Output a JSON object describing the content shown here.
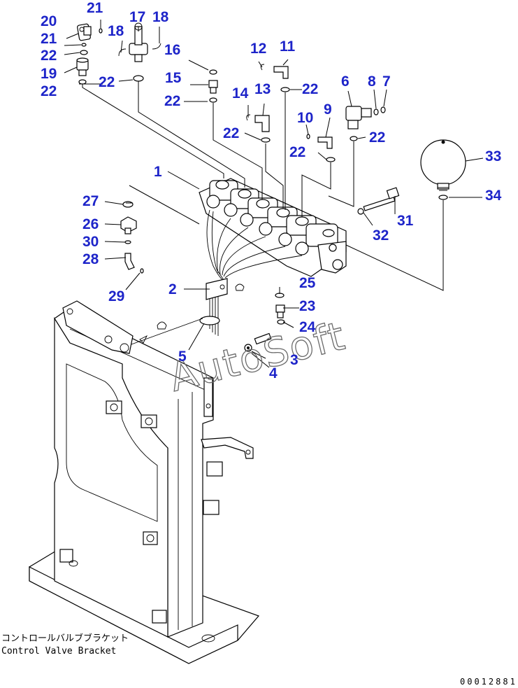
{
  "callouts": [
    {
      "id": "c1",
      "label": "1"
    },
    {
      "id": "c2",
      "label": "2"
    },
    {
      "id": "c3",
      "label": "3"
    },
    {
      "id": "c4",
      "label": "4"
    },
    {
      "id": "c5",
      "label": "5"
    },
    {
      "id": "c6",
      "label": "6"
    },
    {
      "id": "c7",
      "label": "7"
    },
    {
      "id": "c8",
      "label": "8"
    },
    {
      "id": "c9",
      "label": "9"
    },
    {
      "id": "c10",
      "label": "10"
    },
    {
      "id": "c11",
      "label": "11"
    },
    {
      "id": "c12",
      "label": "12"
    },
    {
      "id": "c13",
      "label": "13"
    },
    {
      "id": "c14",
      "label": "14"
    },
    {
      "id": "c15",
      "label": "15"
    },
    {
      "id": "c16",
      "label": "16"
    },
    {
      "id": "c17",
      "label": "17"
    },
    {
      "id": "c18a",
      "label": "18"
    },
    {
      "id": "c18b",
      "label": "18"
    },
    {
      "id": "c19",
      "label": "19"
    },
    {
      "id": "c20",
      "label": "20"
    },
    {
      "id": "c21a",
      "label": "21"
    },
    {
      "id": "c21b",
      "label": "21"
    },
    {
      "id": "c22a",
      "label": "22"
    },
    {
      "id": "c22b",
      "label": "22"
    },
    {
      "id": "c22c",
      "label": "22"
    },
    {
      "id": "c22d",
      "label": "22"
    },
    {
      "id": "c22e",
      "label": "22"
    },
    {
      "id": "c22f",
      "label": "22"
    },
    {
      "id": "c22g",
      "label": "22"
    },
    {
      "id": "c22h",
      "label": "22"
    },
    {
      "id": "c23",
      "label": "23"
    },
    {
      "id": "c24",
      "label": "24"
    },
    {
      "id": "c25",
      "label": "25"
    },
    {
      "id": "c26",
      "label": "26"
    },
    {
      "id": "c27",
      "label": "27"
    },
    {
      "id": "c28",
      "label": "28"
    },
    {
      "id": "c29",
      "label": "29"
    },
    {
      "id": "c30",
      "label": "30"
    },
    {
      "id": "c31",
      "label": "31"
    },
    {
      "id": "c32",
      "label": "32"
    },
    {
      "id": "c33",
      "label": "33"
    },
    {
      "id": "c34",
      "label": "34"
    }
  ],
  "watermark": "AutoSoft",
  "caption": {
    "japanese": "コントロールバルブブラケット",
    "english": "Control Valve Bracket"
  },
  "doc_number": "00012881",
  "colors": {
    "callout": "#1d24c9",
    "line": "#000000",
    "watermark": "#6b6b6b"
  }
}
